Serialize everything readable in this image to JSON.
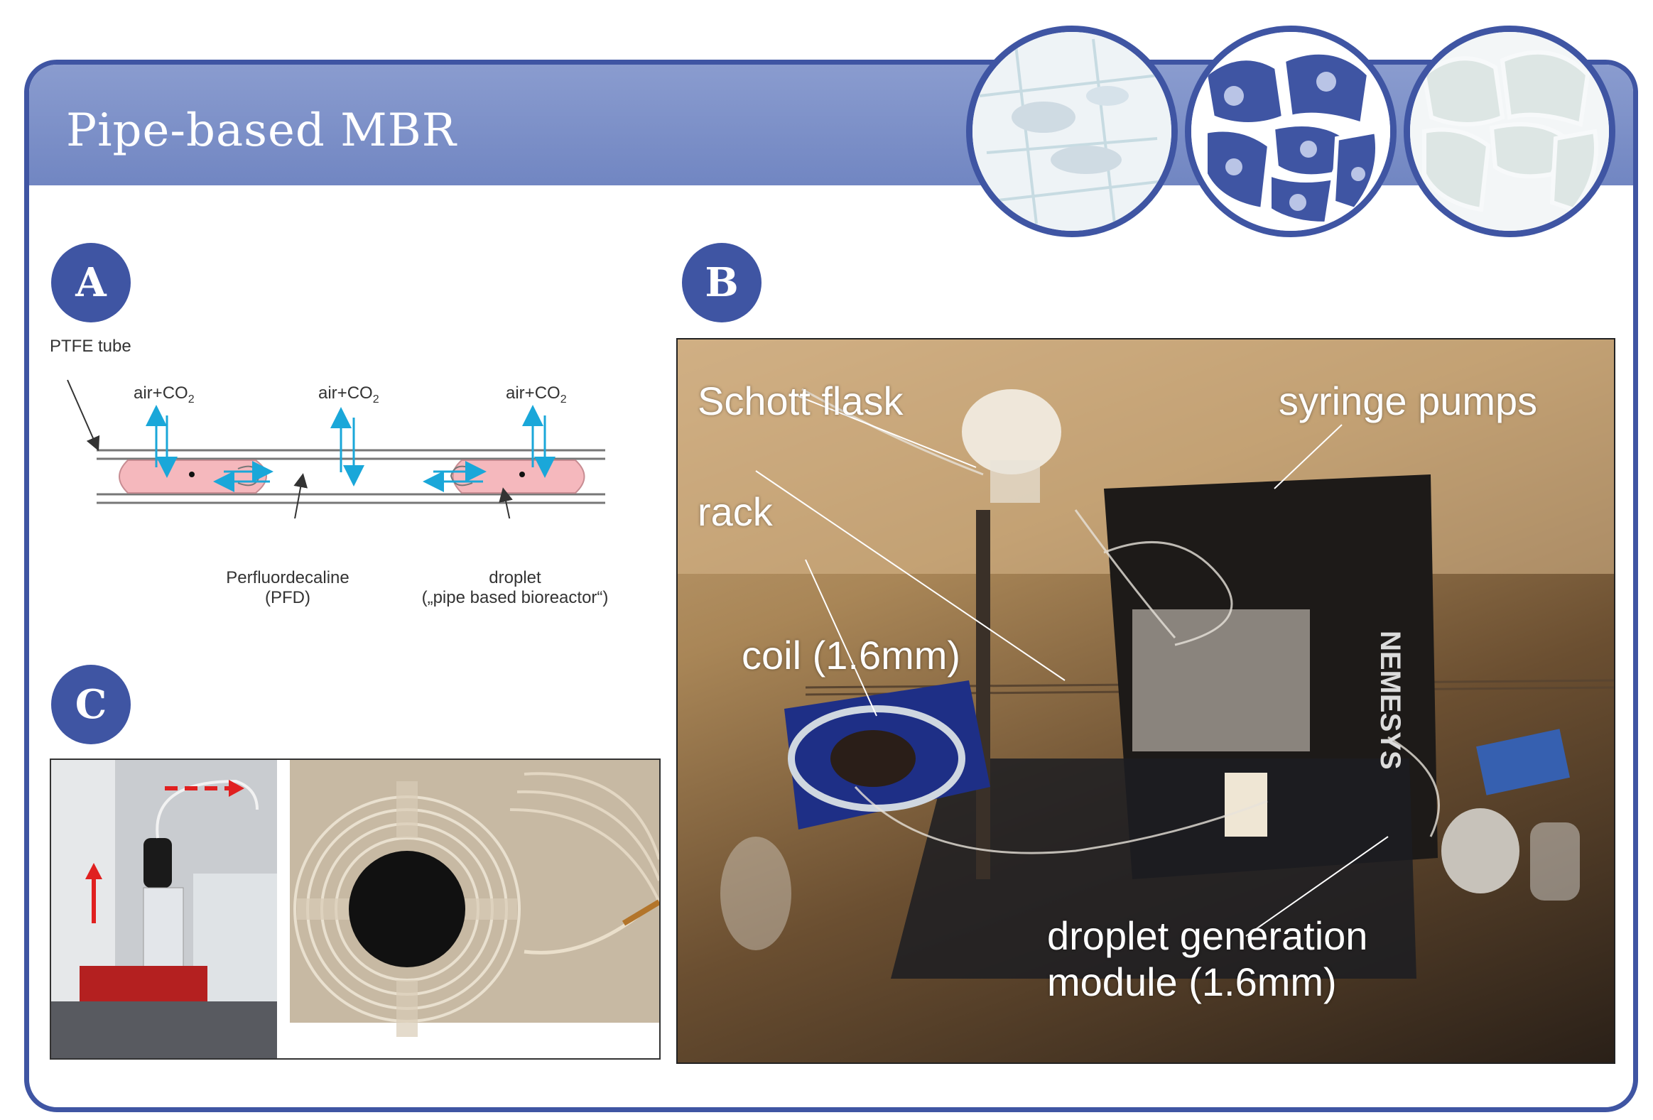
{
  "header": {
    "title": "Pipe-based MBR"
  },
  "panels": {
    "a": {
      "badge": "A",
      "ptfe_label": "PTFE tube",
      "air_label_1": "air+CO",
      "air_label_2": "air+CO",
      "air_label_3": "air+CO",
      "sub_2": "2",
      "pfd_label_line1": "Perfluordecaline",
      "pfd_label_line2": "(PFD)",
      "droplet_label_line1": "droplet",
      "droplet_label_line2": "(„pipe based bioreactor“)"
    },
    "b": {
      "badge": "B",
      "schott": "Schott flask",
      "syringe": "syringe pumps",
      "rack": "rack",
      "coil": "coil (1.6mm)",
      "droplet_line1": "droplet generation",
      "droplet_line2": "module (1.6mm)",
      "brand": "NEMESYS"
    },
    "c": {
      "badge": "C"
    }
  },
  "colors": {
    "brand_blue": "#3f55a3",
    "header_blue": "#7a8ec8",
    "arrow_cyan": "#1aa7d9",
    "droplet_pink": "#f5b8bd",
    "red_arrow": "#e02020"
  }
}
